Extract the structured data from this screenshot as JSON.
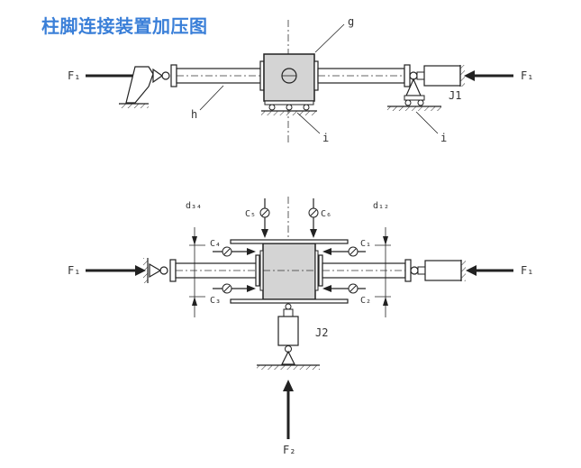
{
  "title": "柱脚连接装置加压图",
  "top": {
    "force_left": "F₁",
    "force_right": "F₁",
    "g": "g",
    "h": "h",
    "i1": "i",
    "i2": "i",
    "J1": "J1"
  },
  "bottom": {
    "force_left": "F₁",
    "force_right": "F₁",
    "force_bottom": "F₂",
    "d34": "d₃₄",
    "d12": "d₁₂",
    "C1": "C₁",
    "C2": "C₂",
    "C3": "C₃",
    "C4": "C₄",
    "C5": "C₅",
    "C6": "C₆",
    "J2": "J2"
  },
  "colors": {
    "title": "#3a7fd8",
    "block": "#d4d4d4",
    "line": "#222222"
  }
}
